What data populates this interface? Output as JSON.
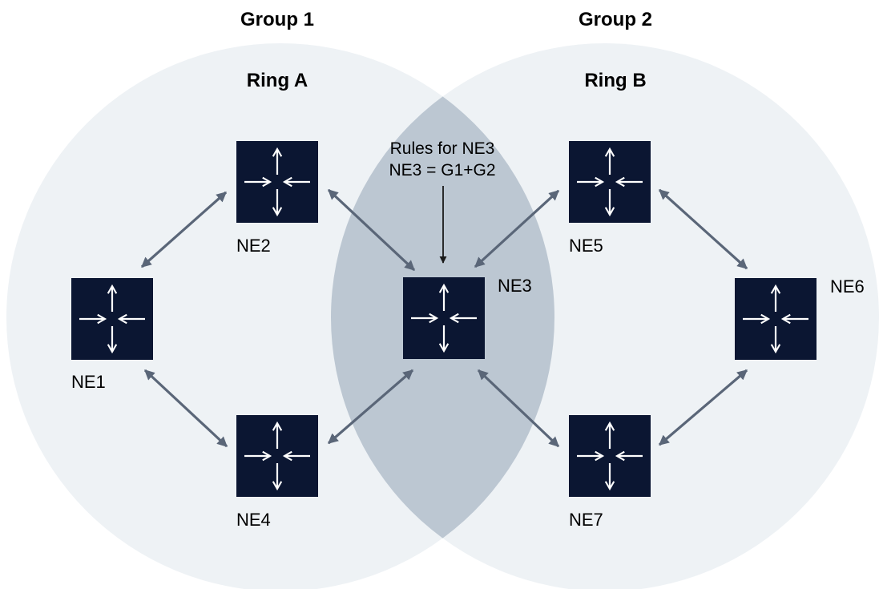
{
  "groups": [
    {
      "title": "Group 1",
      "ring": "Ring A"
    },
    {
      "title": "Group 2",
      "ring": "Ring B"
    }
  ],
  "nodes": {
    "ne1": "NE1",
    "ne2": "NE2",
    "ne3": "NE3",
    "ne4": "NE4",
    "ne5": "NE5",
    "ne6": "NE6",
    "ne7": "NE7"
  },
  "rules": {
    "line1": "Rules for NE3",
    "line2": "NE3 = G1+G2"
  },
  "links": [
    [
      "NE1",
      "NE2"
    ],
    [
      "NE1",
      "NE4"
    ],
    [
      "NE2",
      "NE3"
    ],
    [
      "NE4",
      "NE3"
    ],
    [
      "NE3",
      "NE5"
    ],
    [
      "NE3",
      "NE7"
    ],
    [
      "NE5",
      "NE6"
    ],
    [
      "NE7",
      "NE6"
    ]
  ],
  "colors": {
    "ring_fill": "#eef2f5",
    "overlap_fill": "#bcc7d2",
    "node_fill": "#0b1632",
    "node_glyph": "#ffffff",
    "link": "#5a6678"
  },
  "node_icon": "router-arrows-icon"
}
